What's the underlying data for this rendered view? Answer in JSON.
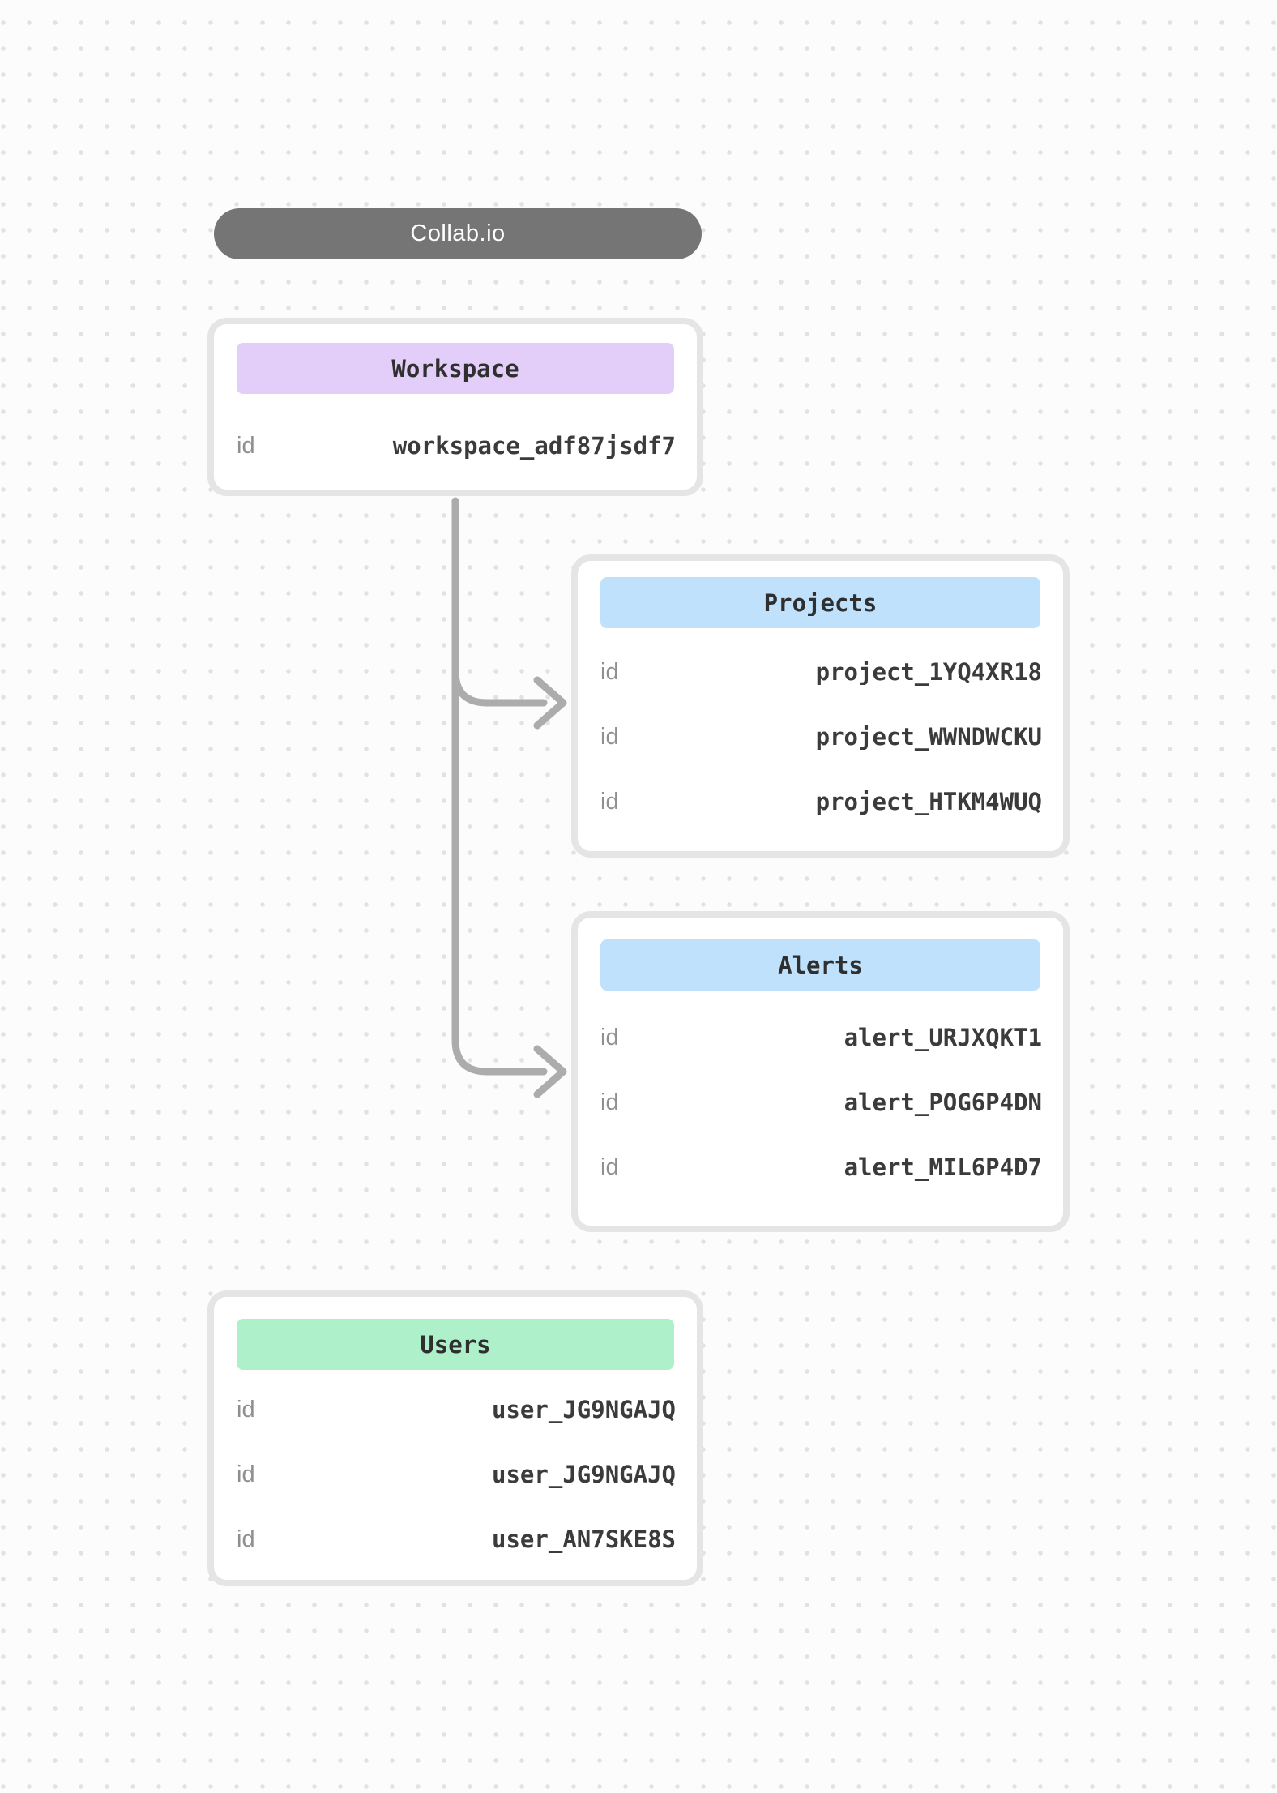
{
  "app": {
    "title": "Collab.io"
  },
  "theme": {
    "canvas-bg": "#fcfcfc",
    "dot-color": "#e2e2e2",
    "pill-bg": "#757575",
    "pill-text": "#ffffff",
    "card-bg": "#ffffff",
    "card-border": "#e5e5e5",
    "header-purple": "#e3cef9",
    "header-blue": "#bfe1fb",
    "header-green": "#aef0c9",
    "header-text": "#2f2f2f",
    "key-text": "#8f8f8f",
    "value-text": "#3b3b3b",
    "connector": "#acacac"
  },
  "entities": [
    {
      "name": "Workspace",
      "header_color": "purple",
      "rows": [
        {
          "key": "id",
          "value": "workspace_adf87jsdf7"
        }
      ]
    },
    {
      "name": "Projects",
      "header_color": "blue",
      "rows": [
        {
          "key": "id",
          "value": "project_1YQ4XR18"
        },
        {
          "key": "id",
          "value": "project_WWNDWCKU"
        },
        {
          "key": "id",
          "value": "project_HTKM4WUQ"
        }
      ]
    },
    {
      "name": "Alerts",
      "header_color": "blue",
      "rows": [
        {
          "key": "id",
          "value": "alert_URJXQKT1"
        },
        {
          "key": "id",
          "value": "alert_POG6P4DN"
        },
        {
          "key": "id",
          "value": "alert_MIL6P4D7"
        }
      ]
    },
    {
      "name": "Users",
      "header_color": "green",
      "rows": [
        {
          "key": "id",
          "value": "user_JG9NGAJQ"
        },
        {
          "key": "id",
          "value": "user_JG9NGAJQ"
        },
        {
          "key": "id",
          "value": "user_AN7SKE8S"
        }
      ]
    }
  ],
  "connections": [
    {
      "from": "Workspace",
      "to": "Projects"
    },
    {
      "from": "Workspace",
      "to": "Alerts"
    }
  ]
}
